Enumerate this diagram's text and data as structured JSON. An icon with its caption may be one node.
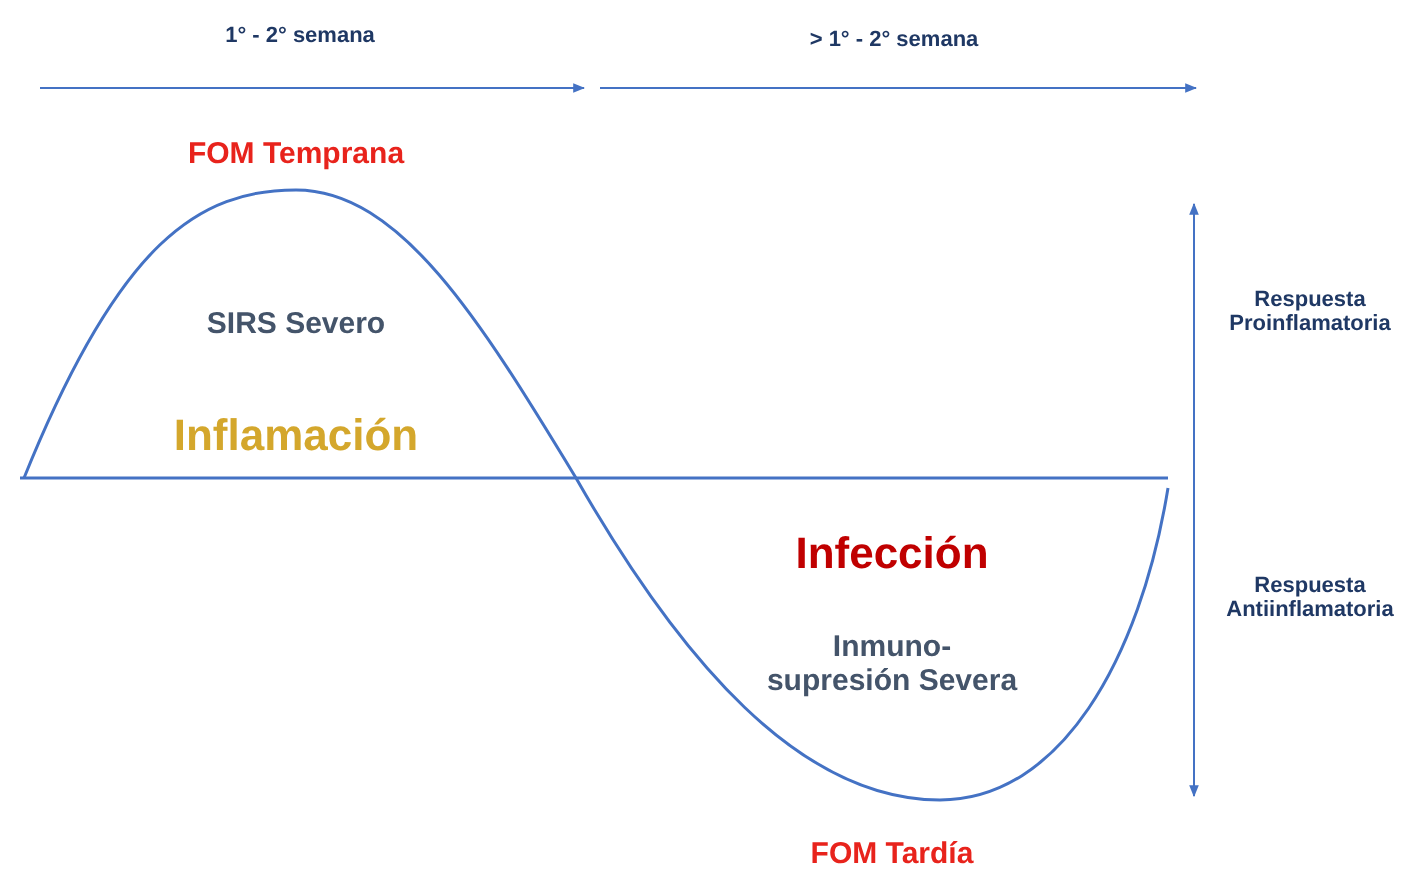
{
  "diagram": {
    "labels": [
      "1° - 2° semana",
      "> 1° - 2° semana",
      "FOM Temprana",
      "SIRS Severo",
      "Respuesta Proinflamatoria",
      "Inflamación",
      "Infección",
      "Respuesta Antiinflamatoria",
      "Inmuno-supresión Severa",
      "FOM Tardía"
    ]
  }
}
